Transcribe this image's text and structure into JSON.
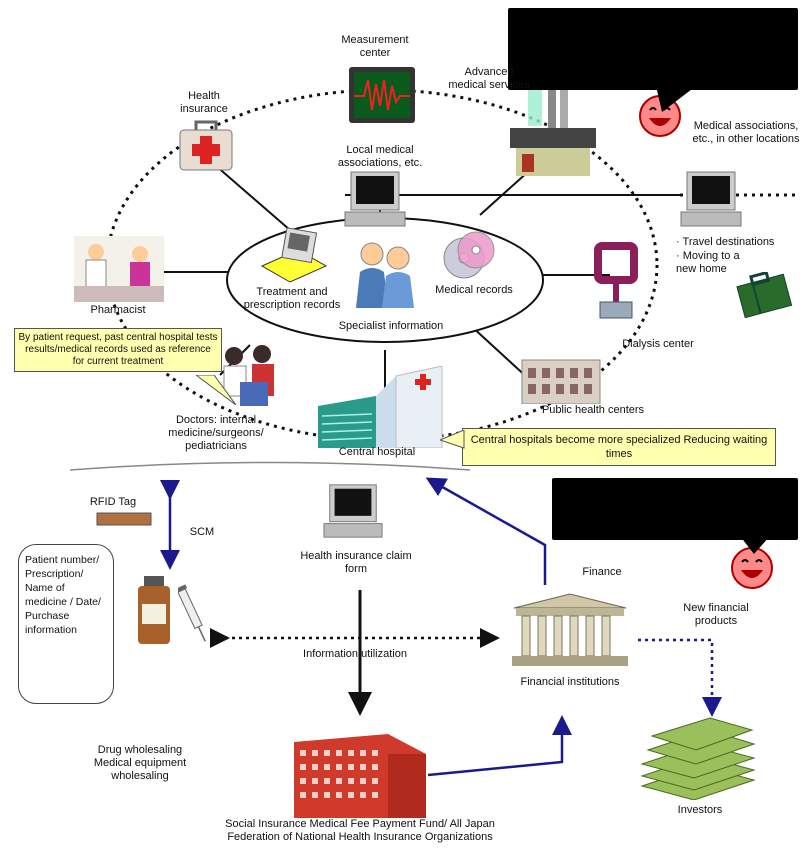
{
  "labels": {
    "measurement_center": "Measurement center",
    "health_insurance": "Health insurance",
    "advanced_medical": "Advanced medical services",
    "local_medical": "Local medical associations, etc.",
    "medical_other": "Medical associations, etc., in other locations",
    "travel": "· Travel destinations",
    "moving": "· Moving to a new home",
    "pharmacist": "Pharmacist",
    "treatment": "Treatment and prescription records",
    "medical_records": "Medical records",
    "specialist": "Specialist information",
    "dialysis": "Dialysis center",
    "public_health": "Public health centers",
    "doctors": "Doctors: internal medicine/surgeons/ pediatricians",
    "central_hospital": "Central hospital",
    "rfid": "RFID Tag",
    "scm": "SCM",
    "health_claim": "Health insurance claim form",
    "finance": "Finance",
    "new_products": "New financial products",
    "info_util": "Information utilization",
    "financial_inst": "Financial institutions",
    "drug_wholesale": "Drug wholesaling Medical equipment wholesaling",
    "investors": "Investors",
    "social_fund": "Social Insurance Medical Fee Payment Fund/ All Japan Federation of National Health Insurance Organizations"
  },
  "callouts": {
    "patient_request": "By patient request, past central hospital tests results/medical records used as reference for current treatment",
    "central_specialized": "Central hospitals become more specialized Reducing waiting times",
    "patient_info": "Patient number/ Prescription/ Name of medicine / Date/ Purchase information"
  },
  "icons": [
    "monitor-icon",
    "first-aid-kit-icon",
    "computer-icon",
    "medical-machine-icon",
    "smiley-icon",
    "suitcase-icon",
    "pharmacist-icon",
    "cd-icon",
    "doctors-icon",
    "dialysis-icon",
    "hospital-icon",
    "public-health-building-icon",
    "rfid-tag-icon",
    "medicine-bottle-icon",
    "syringe-icon",
    "bank-building-icon",
    "money-stack-icon",
    "fund-building-icon"
  ],
  "colors": {
    "callout_bg": "#ffffb0",
    "arrow_blue": "#1a1a8c",
    "hospital_teal": "#2a9a8a",
    "fund_red": "#d03a2a"
  }
}
